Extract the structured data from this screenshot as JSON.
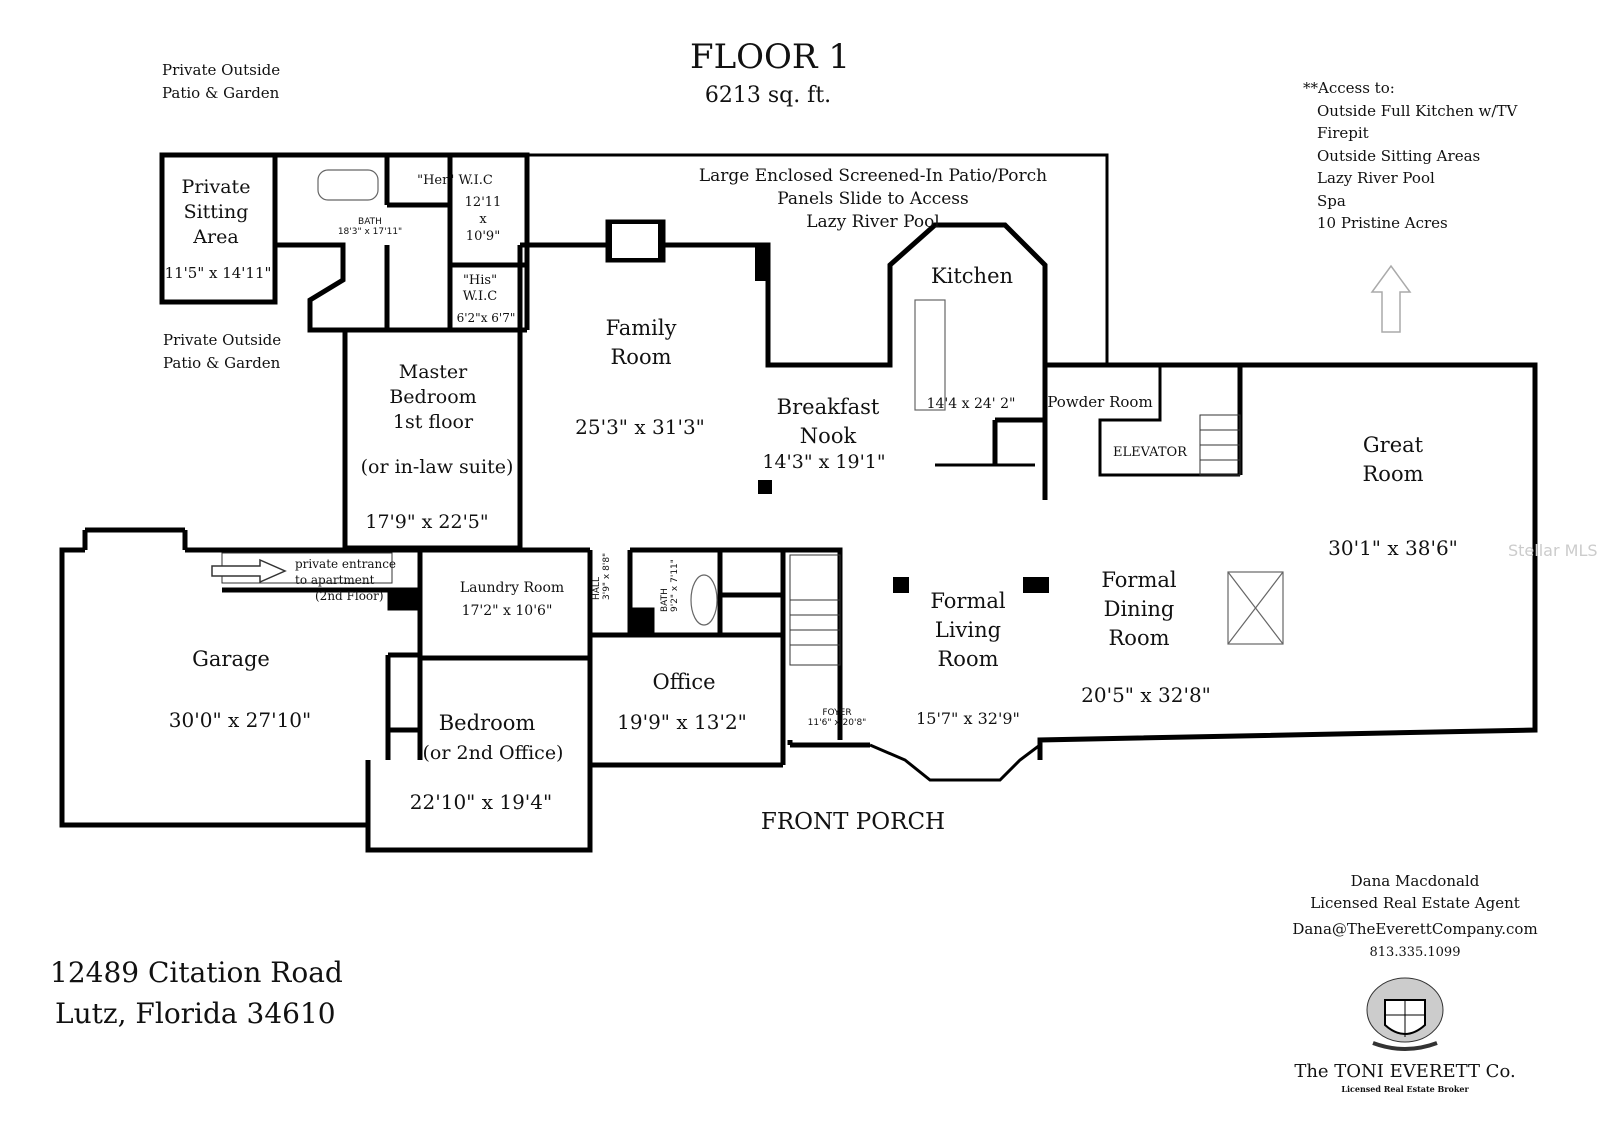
{
  "header": {
    "title": "FLOOR 1",
    "area": "6213 sq. ft."
  },
  "notes": {
    "patio_top": [
      "Private Outside",
      "Patio & Garden"
    ],
    "patio_mid": [
      "Private Outside",
      "Patio & Garden"
    ],
    "access_heading": "**Access to:",
    "access_items": [
      "Outside Full Kitchen w/TV",
      "Firepit",
      "Outside Sitting Areas",
      "Lazy River Pool",
      "Spa",
      "10 Pristine Acres"
    ],
    "enclosed_patio": [
      "Large Enclosed Screened-In Patio/Porch",
      "Panels Slide to Access",
      "Lazy River Pool"
    ],
    "private_entrance": [
      "private entrance",
      "to apartment",
      "(2nd Floor)"
    ],
    "front_porch": "FRONT PORCH"
  },
  "rooms": {
    "sitting": {
      "name": [
        "Private",
        "Sitting",
        "Area"
      ],
      "dims": "11'5\" x 14'11\""
    },
    "bath_master": {
      "name": "BATH",
      "dims": "18'3\" x 17'11\""
    },
    "her_wic": {
      "name": "\"Her\" W.I.C",
      "dims": [
        "12'11",
        "x",
        "10'9\""
      ]
    },
    "his_wic": {
      "name": [
        "\"His\"",
        "W.I.C"
      ],
      "dims": "6'2\"x 6'7\""
    },
    "master": {
      "name": [
        "Master",
        "Bedroom",
        "1st floor"
      ],
      "note": "(or in-law suite)",
      "dims": "17'9\" x 22'5\""
    },
    "family": {
      "name": [
        "Family",
        "Room"
      ],
      "dims": "25'3\" x 31'3\""
    },
    "kitchen": {
      "name": "Kitchen",
      "dims": "14'4 x 24' 2\""
    },
    "breakfast": {
      "name": [
        "Breakfast",
        "Nook"
      ],
      "dims": "14'3\" x 19'1\""
    },
    "powder": {
      "name": "Powder Room"
    },
    "elevator": {
      "name": "ELEVATOR"
    },
    "great": {
      "name": [
        "Great",
        "Room"
      ],
      "dims": "30'1\" x 38'6\""
    },
    "garage": {
      "name": "Garage",
      "dims": "30'0\" x 27'10\""
    },
    "laundry": {
      "name": "Laundry Room",
      "dims": "17'2\" x 10'6\""
    },
    "hall": {
      "name": "HALL",
      "dims": "3'9\" x 8'8\""
    },
    "bath2": {
      "name": "BATH",
      "dims": "9'2\" x 7'11\""
    },
    "office": {
      "name": "Office",
      "dims": "19'9\" x 13'2\""
    },
    "bedroom": {
      "name": "Bedroom",
      "note": "(or 2nd Office)",
      "dims": "22'10\" x 19'4\""
    },
    "foyer": {
      "name": "FOYER",
      "dims": "11'6\" x 20'8\""
    },
    "living": {
      "name": [
        "Formal",
        "Living",
        "Room"
      ],
      "dims": "15'7\" x 32'9\""
    },
    "dining": {
      "name": [
        "Formal",
        "Dining",
        "Room"
      ],
      "dims": "20'5\" x 32'8\""
    }
  },
  "address": {
    "line1": "12489 Citation Road",
    "line2": "Lutz, Florida 34610"
  },
  "agent": {
    "name": "Dana Macdonald",
    "title": "Licensed Real Estate Agent",
    "email": "Dana@TheEverettCompany.com",
    "phone": "813.335.1099",
    "company": "The TONI EVERETT Co.",
    "company_sub": "Licensed Real Estate Broker"
  },
  "watermark": "Stellar MLS"
}
